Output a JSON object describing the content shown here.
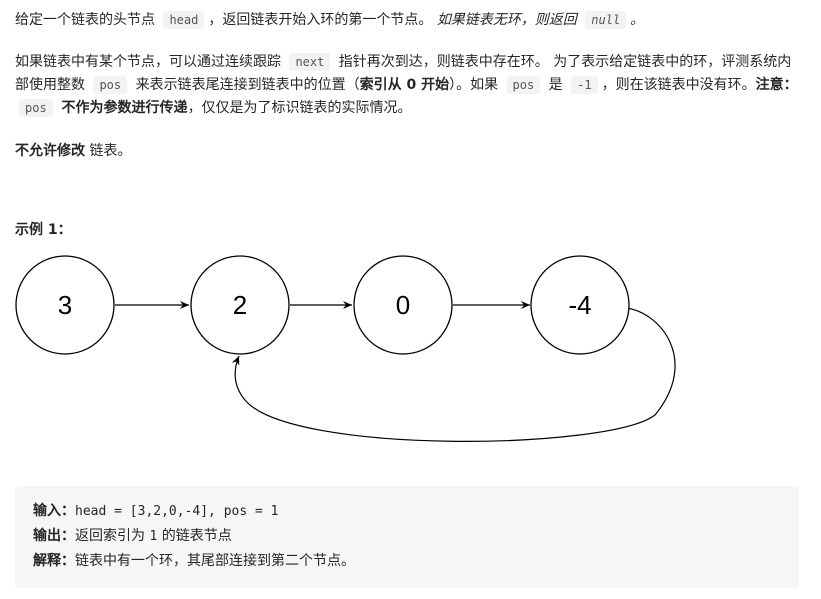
{
  "intro": {
    "p1_before_head": "给定一个链表的头节点 ",
    "head_code": "head",
    "p1_after_head": "，返回链表开始入环的第一个节点。 ",
    "p1_italic_before_null": "如果链表无环，则返回 ",
    "null_code": "null",
    "p1_end": "。"
  },
  "para2": {
    "t1": "如果链表中有某个节点，可以通过连续跟踪 ",
    "next_code": "next",
    "t2": " 指针再次到达，则链表中存在环。 为了表示给定链表中的环，评测系统内部使用整数 ",
    "pos_code": "pos",
    "t3": " 来表示链表尾连接到链表中的位置（",
    "bold_index": "索引从 0 开始",
    "t4": "）。如果 ",
    "pos_code2": "pos",
    "t5": " 是 ",
    "neg1_code": "-1",
    "t6": "，则在该链表中没有环。",
    "note_label": "注意：",
    "pos_code3": "pos",
    "bold_not_param": " 不作为参数进行传递",
    "t7": "，仅仅是为了标识链表的实际情况。"
  },
  "para3": {
    "bold": "不允许修改",
    "rest": " 链表。"
  },
  "example": {
    "title": "示例 1：",
    "nodes": [
      "3",
      "2",
      "0",
      "-4"
    ],
    "input_label": "输入：",
    "input_value": "head = [3,2,0,-4], pos = 1",
    "output_label": "输出：",
    "output_before": "返回索引为 ",
    "output_code": "1",
    "output_after": " 的链表节点",
    "explain_label": "解释：",
    "explain_value": "链表中有一个环，其尾部连接到第二个节点。"
  }
}
